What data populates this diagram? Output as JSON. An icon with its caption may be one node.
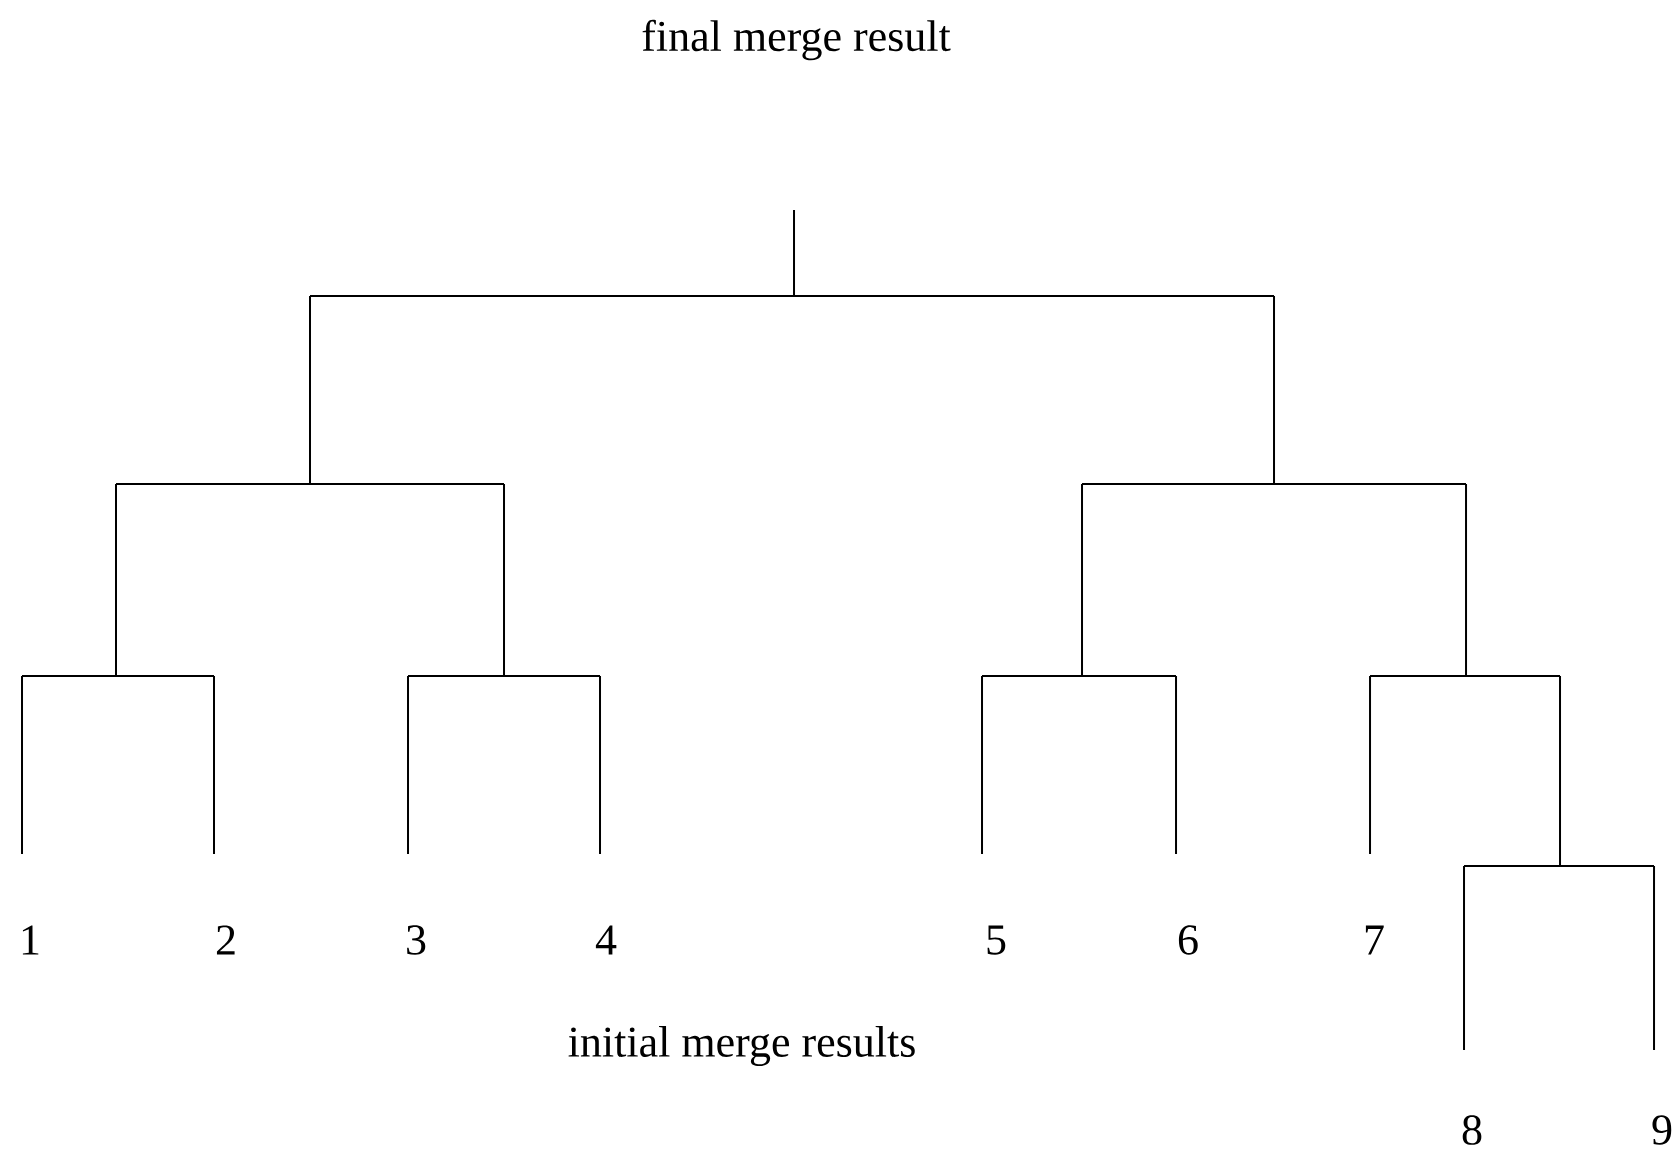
{
  "diagram": {
    "labels": [
      "final merge result",
      "1",
      "2",
      "3",
      "4",
      "5",
      "6",
      "7",
      "initial merge results",
      "8",
      "9"
    ]
  }
}
